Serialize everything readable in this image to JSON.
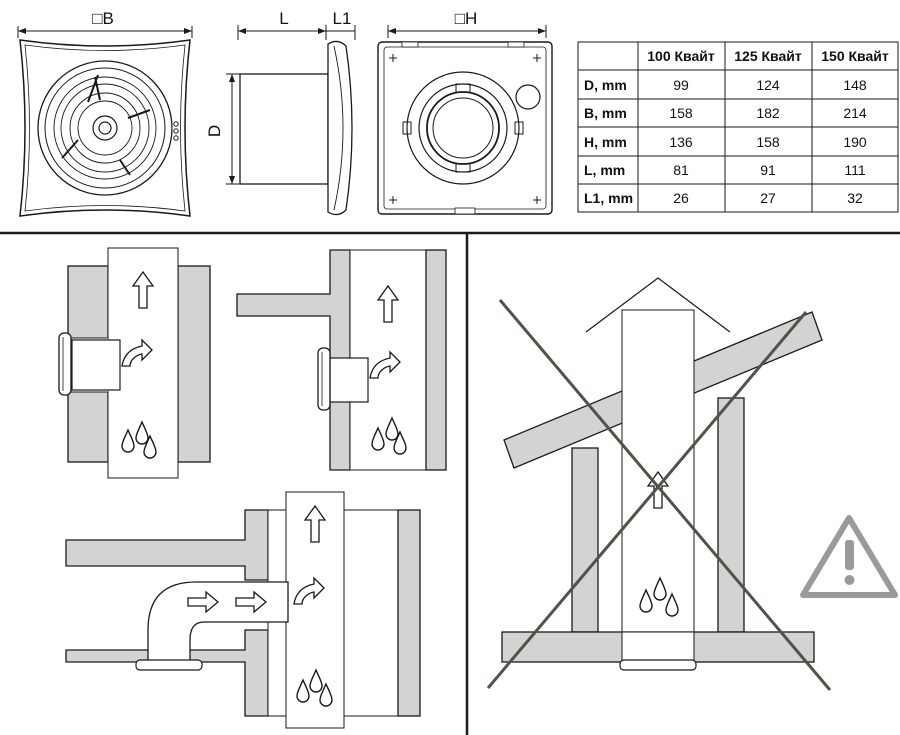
{
  "dimensions": {
    "b_label": "□B",
    "l_label": "L",
    "l1_label": "L1",
    "h_label": "□H",
    "d_label": "D"
  },
  "spec_table": {
    "columns": [
      "100 Квайт",
      "125 Квайт",
      "150 Квайт"
    ],
    "rows": [
      {
        "label": "D, mm",
        "values": [
          "99",
          "124",
          "148"
        ]
      },
      {
        "label": "B, mm",
        "values": [
          "158",
          "182",
          "214"
        ]
      },
      {
        "label": "H, mm",
        "values": [
          "136",
          "158",
          "190"
        ]
      },
      {
        "label": "L, mm",
        "values": [
          "81",
          "91",
          "111"
        ]
      },
      {
        "label": "L1, mm",
        "values": [
          "26",
          "27",
          "32"
        ]
      }
    ]
  },
  "colors": {
    "wall_fill": "#d3d3d3",
    "line": "#1a1a1a",
    "cross": "#555148",
    "warning": "#9a9a9a"
  },
  "icons": [
    "fan-front-view",
    "fan-side-view",
    "fan-back-view",
    "airflow-arrow",
    "moisture-drops",
    "warning-icon",
    "prohibited-cross"
  ]
}
